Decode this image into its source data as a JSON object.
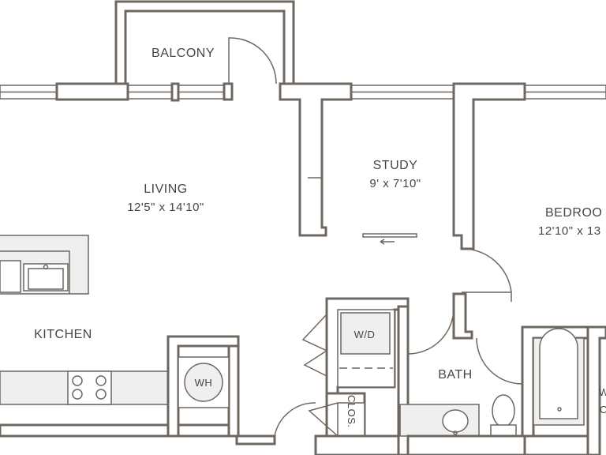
{
  "rooms": {
    "balcony": {
      "name": "BALCONY"
    },
    "living": {
      "name": "LIVING",
      "dimensions": "12'5\" x 14'10\""
    },
    "study": {
      "name": "STUDY",
      "dimensions": "9' x 7'10\""
    },
    "bedroom": {
      "name": "BEDROO",
      "dimensions": "12'10\" x 13"
    },
    "kitchen": {
      "name": "KITCHEN"
    },
    "bath": {
      "name": "BATH"
    }
  },
  "fixtures": {
    "washer_dryer": "W/D",
    "water_heater": "WH",
    "closet": "CLOS.",
    "right_edge_letter_top": "W",
    "right_edge_letter_bottom": "C"
  },
  "colors": {
    "wall": "#6e6760",
    "text": "#4a4541",
    "fixture_fill": "#efefef"
  }
}
